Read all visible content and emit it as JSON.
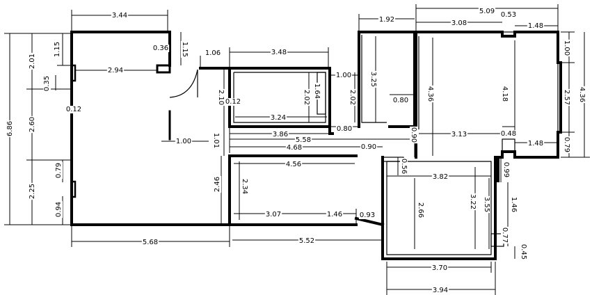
{
  "dimensions": {
    "top_344": "3.44",
    "top_509": "5.09",
    "top_053": "0.53",
    "top_192": "1.92",
    "top_308": "3.08",
    "top_148": "1.48",
    "left_686": "6.86",
    "left_201": "2.01",
    "left_115": "1.15",
    "left_035": "0.35",
    "left_012": "0.12",
    "left_260": "2.60",
    "left_079": "0.79",
    "left_225": "2.25",
    "left_094": "0.94",
    "in_036": "0.36",
    "in_115b": "1.15",
    "in_294": "2.94",
    "d_106": "1.06",
    "d_348": "3.48",
    "d_210": "2.10",
    "d_012b": "0.12",
    "d_202a": "2.02",
    "d_164": "1.64",
    "d_324": "3.24",
    "d_100a": "1.00",
    "d_202b": "2.02",
    "d_325": "3.25",
    "d_080a": "0.80",
    "d_080b": "0.80",
    "d_386": "3.86",
    "d_100b": "1.00",
    "d_101": "1.01",
    "d_558": "5.58",
    "d_468": "4.68",
    "d_090a": "0.90",
    "d_090b": "0.90",
    "d_436a": "4.36",
    "d_418": "4.18",
    "d_313": "3.13",
    "d_048": "0.48",
    "d_148b": "1.48",
    "r_100": "1.00",
    "r_257": "2.57",
    "r_436": "4.36",
    "r_079": "0.79",
    "d_456": "4.56",
    "d_056": "0.56",
    "d_382": "3.82",
    "d_099": "0.99",
    "d_246": "2.46",
    "d_234": "2.34",
    "d_266": "2.66",
    "d_322": "3.22",
    "d_355": "3.55",
    "d_146a": "1.46",
    "d_307": "3.07",
    "d_146b": "1.46",
    "d_093": "0.93",
    "d_077": "0.77",
    "d_045": "0.45",
    "bot_568": "5.68",
    "bot_552": "5.52",
    "bot_370": "3.70",
    "bot_394": "3.94"
  }
}
